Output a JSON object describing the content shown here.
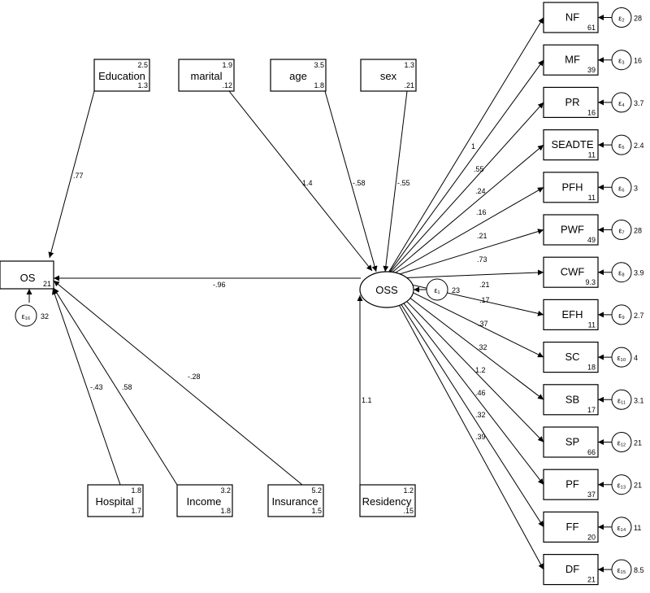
{
  "observed_inputs": [
    {
      "id": "education",
      "label": "Education",
      "top": "2.5",
      "bottom": "1.3"
    },
    {
      "id": "marital",
      "label": "marital",
      "top": "1.9",
      "bottom": ".12"
    },
    {
      "id": "age",
      "label": "age",
      "top": "3.5",
      "bottom": "1.8"
    },
    {
      "id": "sex",
      "label": "sex",
      "top": "1.3",
      "bottom": ".21"
    },
    {
      "id": "hospital",
      "label": "Hospital",
      "top": "1.8",
      "bottom": "1.7"
    },
    {
      "id": "income",
      "label": "Income",
      "top": "3.2",
      "bottom": "1.8"
    },
    {
      "id": "insurance",
      "label": "Insurance",
      "top": "5.2",
      "bottom": "1.5"
    },
    {
      "id": "residency",
      "label": "Residency",
      "top": "1.2",
      "bottom": ".15"
    }
  ],
  "outcome": {
    "label": "OS",
    "value": "21",
    "error": "ε₁₆",
    "error_var": "32"
  },
  "latent": {
    "label": "OSS",
    "error": "ε₁",
    "error_var": "23"
  },
  "indicators": [
    {
      "label": "NF",
      "value": "61",
      "error": "ε₂",
      "error_var": "28",
      "loading": "1"
    },
    {
      "label": "MF",
      "value": "39",
      "error": "ε₃",
      "error_var": "16",
      "loading": ".55"
    },
    {
      "label": "PR",
      "value": "16",
      "error": "ε₄",
      "error_var": "3.7",
      "loading": ".24"
    },
    {
      "label": "SEADTE",
      "value": "11",
      "error": "ε₅",
      "error_var": "2.4",
      "loading": ".16"
    },
    {
      "label": "PFH",
      "value": "11",
      "error": "ε₆",
      "error_var": "3",
      "loading": ".21"
    },
    {
      "label": "PWF",
      "value": "49",
      "error": "ε₇",
      "error_var": "28",
      "loading": ".73"
    },
    {
      "label": "CWF",
      "value": "9.3",
      "error": "ε₈",
      "error_var": "3.9",
      "loading": ".21"
    },
    {
      "label": "EFH",
      "value": "11",
      "error": "ε₉",
      "error_var": "2.7",
      "loading": ".17"
    },
    {
      "label": "SC",
      "value": "18",
      "error": "ε₁₀",
      "error_var": "4",
      "loading": ".37"
    },
    {
      "label": "SB",
      "value": "17",
      "error": "ε₁₁",
      "error_var": "3.1",
      "loading": ".32"
    },
    {
      "label": "SP",
      "value": "66",
      "error": "ε₁₂",
      "error_var": "21",
      "loading": "1.2"
    },
    {
      "label": "PF",
      "value": "37",
      "error": "ε₁₃",
      "error_var": "21",
      "loading": ".46"
    },
    {
      "label": "FF",
      "value": "20",
      "error": "ε₁₄",
      "error_var": "11",
      "loading": ".32"
    },
    {
      "label": "DF",
      "value": "21",
      "error": "ε₁₅",
      "error_var": "8.5",
      "loading": ".39"
    }
  ],
  "paths": {
    "education_os": ".77",
    "marital_oss": "1.4",
    "age_oss": "-.58",
    "sex_oss": "-.55",
    "oss_os": "-.96",
    "hospital_os": "-.43",
    "income_os": ".58",
    "insurance_os": "-.28",
    "residency_oss": "1.1"
  }
}
